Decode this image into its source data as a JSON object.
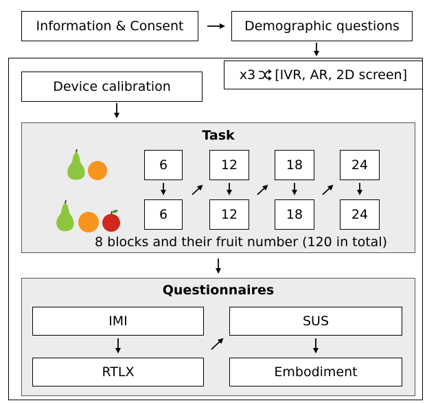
{
  "flow": {
    "consent": "Information & Consent",
    "demographic": "Demographic questions",
    "conditions": "x3",
    "conditions_list": "[IVR, AR, 2D screen]",
    "calibration": "Device calibration"
  },
  "task": {
    "title": "Task",
    "top_row": [
      "6",
      "12",
      "18",
      "24"
    ],
    "bottom_row": [
      "6",
      "12",
      "18",
      "24"
    ],
    "caption": "8 blocks and their fruit number (120 in total)",
    "fruit_icons_top": [
      "pear-icon",
      "orange-icon"
    ],
    "fruit_icons_bottom": [
      "pear-icon",
      "orange-icon",
      "apple-icon"
    ]
  },
  "questionnaires": {
    "title": "Questionnaires",
    "items": [
      "IMI",
      "SUS",
      "RTLX",
      "Embodiment"
    ]
  },
  "colors": {
    "panel": "#ececec",
    "pear": "#8cc63f",
    "orange": "#f7941d",
    "apple": "#d0281e"
  }
}
